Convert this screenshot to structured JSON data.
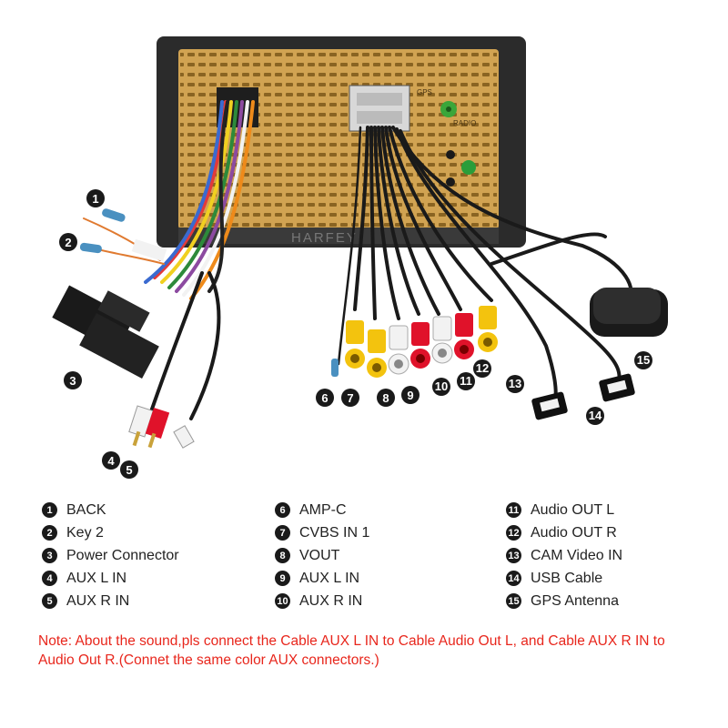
{
  "device": {
    "brand_text": "HARFEY",
    "port_labels": {
      "gps": "GPS",
      "radio": "RADIO"
    }
  },
  "callouts": [
    {
      "num": "1",
      "label": "BACK"
    },
    {
      "num": "2",
      "label": "Key 2"
    },
    {
      "num": "3",
      "label": "Power Connector"
    },
    {
      "num": "4",
      "label": "AUX L IN"
    },
    {
      "num": "5",
      "label": "AUX R IN"
    },
    {
      "num": "6",
      "label": "AMP-C"
    },
    {
      "num": "7",
      "label": "CVBS IN 1"
    },
    {
      "num": "8",
      "label": "VOUT"
    },
    {
      "num": "9",
      "label": "AUX L IN"
    },
    {
      "num": "10",
      "label": "AUX R IN"
    },
    {
      "num": "11",
      "label": "Audio OUT L"
    },
    {
      "num": "12",
      "label": "Audio OUT R"
    },
    {
      "num": "13",
      "label": "CAM Video IN"
    },
    {
      "num": "14",
      "label": "USB Cable"
    },
    {
      "num": "15",
      "label": "GPS Antenna"
    }
  ],
  "note": "Note: About the sound,pls connect the Cable AUX L IN to Cable Audio Out L, and Cable AUX R IN to  Audio Out R.(Connet the same color AUX connectors.)",
  "colors": {
    "chassis": "#d1a352",
    "frame": "#2b2b2b",
    "rca_yellow": "#f3c30e",
    "rca_red": "#e0122a",
    "rca_white": "#f2f2f2",
    "note_red": "#e8261c",
    "gps_green": "#3aa63a"
  }
}
